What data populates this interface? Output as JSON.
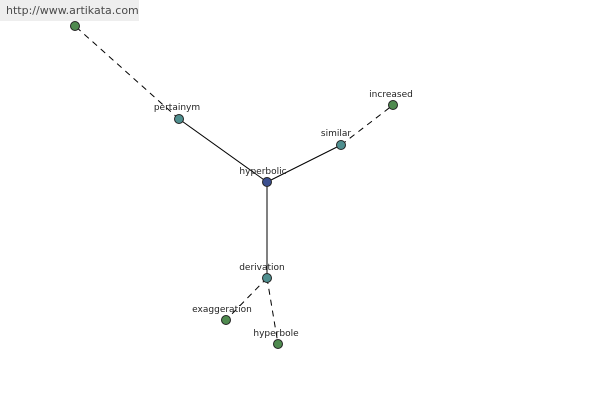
{
  "banner": {
    "url_text": "http://www.artikata.com"
  },
  "colors": {
    "background": "#ffffff",
    "banner_bg": "#eeeeee",
    "edge": "#000000",
    "center_node_fill": "#3b4f8f",
    "relation_node_fill": "#4f8f8f",
    "word_node_fill": "#4f8a4f",
    "node_stroke": "#222222"
  },
  "graph": {
    "nodes": [
      {
        "id": "hyperbolic",
        "label": "hyperbolic",
        "kind": "center"
      },
      {
        "id": "pertainym",
        "label": "pertainym",
        "kind": "relation"
      },
      {
        "id": "similar",
        "label": "similar",
        "kind": "relation"
      },
      {
        "id": "derivation",
        "label": "derivation",
        "kind": "relation"
      },
      {
        "id": "increased",
        "label": "increased",
        "kind": "word"
      },
      {
        "id": "exaggeration",
        "label": "exaggeration",
        "kind": "word"
      },
      {
        "id": "hyperbole",
        "label": "hyperbole",
        "kind": "word"
      },
      {
        "id": "offscreen",
        "label": "",
        "kind": "word"
      }
    ],
    "edges": [
      {
        "from": "hyperbolic",
        "to": "pertainym",
        "style": "solid"
      },
      {
        "from": "hyperbolic",
        "to": "similar",
        "style": "solid"
      },
      {
        "from": "hyperbolic",
        "to": "derivation",
        "style": "solid"
      },
      {
        "from": "pertainym",
        "to": "offscreen",
        "style": "dashed"
      },
      {
        "from": "similar",
        "to": "increased",
        "style": "dashed"
      },
      {
        "from": "derivation",
        "to": "exaggeration",
        "style": "dashed"
      },
      {
        "from": "derivation",
        "to": "hyperbole",
        "style": "dashed"
      }
    ]
  }
}
